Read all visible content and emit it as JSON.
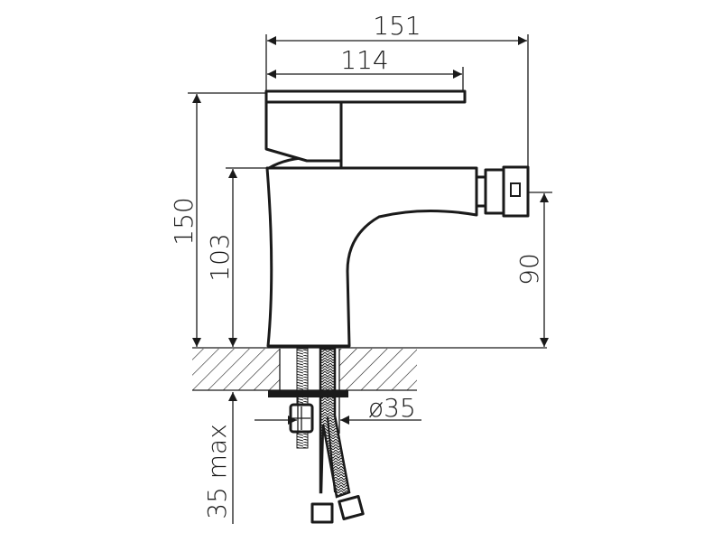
{
  "drawing": {
    "title": "Bidet mixer dimension drawing",
    "dimensions": {
      "overall_length": "151",
      "handle_length": "114",
      "overall_height": "150",
      "body_height": "103",
      "spout_height": "90",
      "hole_diameter": "ø35",
      "max_deck_thickness": "35 max"
    },
    "colors": {
      "line": "#1a1a1a",
      "background": "#ffffff"
    }
  }
}
